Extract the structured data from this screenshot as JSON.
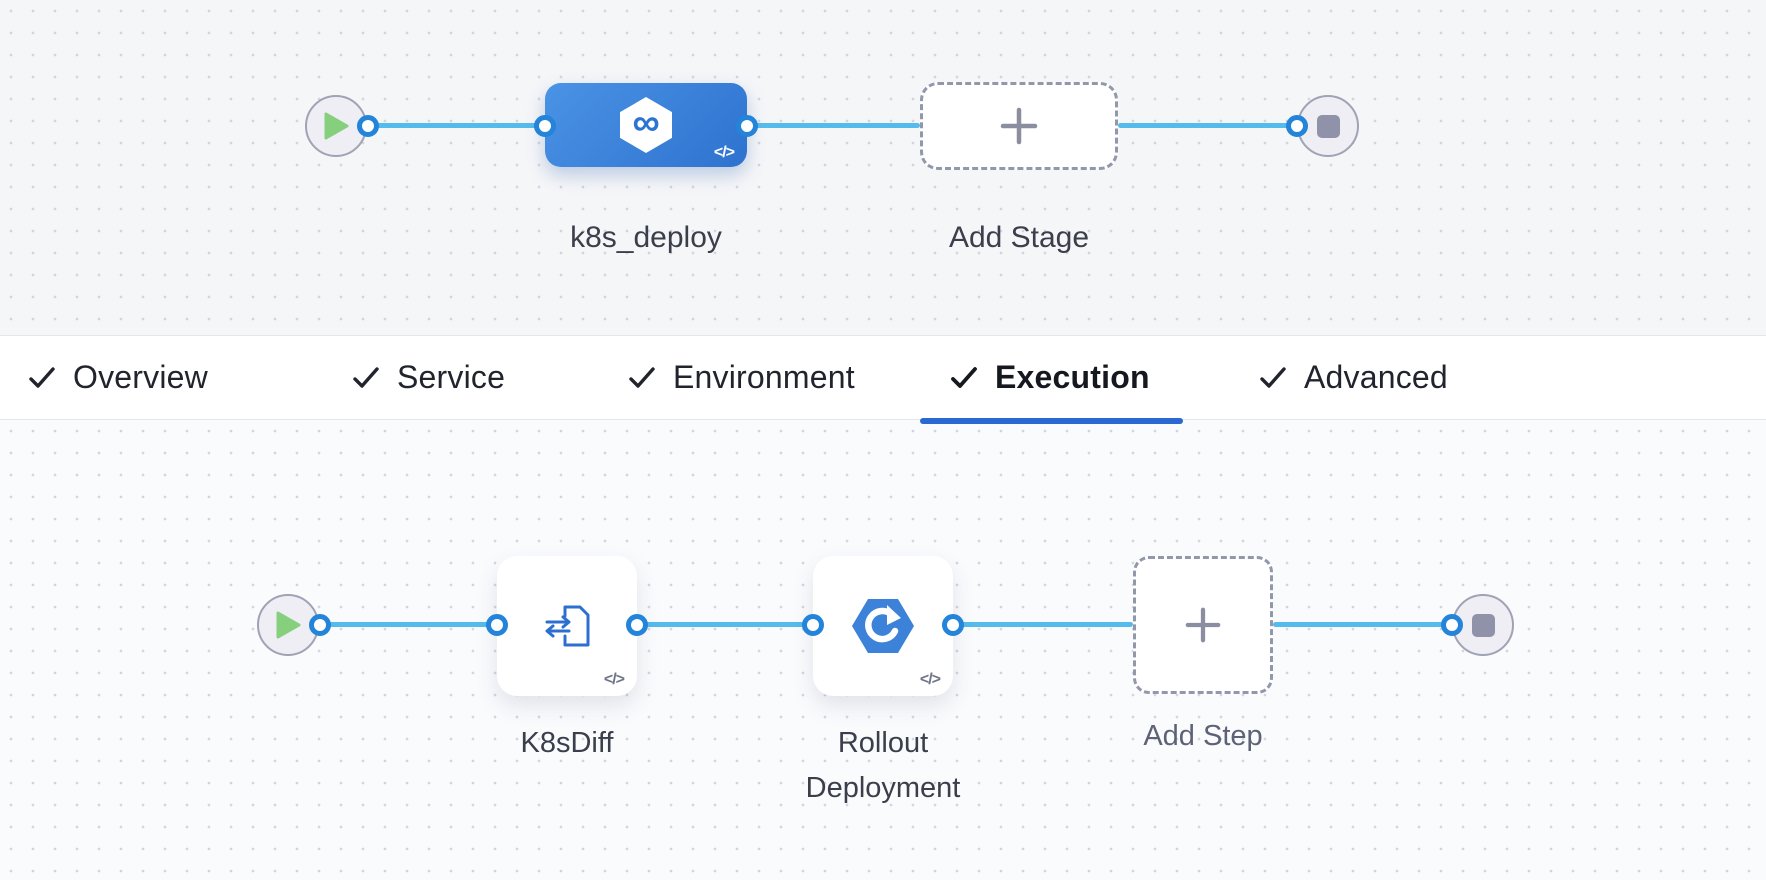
{
  "stage_graph": {
    "start_node_icon": "play-icon",
    "end_node_icon": "stop-icon",
    "stage": {
      "label": "k8s_deploy",
      "icon": "deployment-infinity-hexagon-icon",
      "code_badge": "</>"
    },
    "add_stage": {
      "label": "Add Stage",
      "icon": "plus-icon"
    }
  },
  "tabs": {
    "items": [
      {
        "label": "Overview",
        "checked": true,
        "active": false
      },
      {
        "label": "Service",
        "checked": true,
        "active": false
      },
      {
        "label": "Environment",
        "checked": true,
        "active": false
      },
      {
        "label": "Execution",
        "checked": true,
        "active": true
      },
      {
        "label": "Advanced",
        "checked": true,
        "active": false
      }
    ],
    "check_icon": "checkmark-icon"
  },
  "execution_graph": {
    "start_node_icon": "play-icon",
    "end_node_icon": "stop-icon",
    "steps": [
      {
        "label": "K8sDiff",
        "icon": "k8s-diff-document-icon",
        "code_badge": "</>"
      },
      {
        "label": "Rollout Deployment",
        "icon": "rollout-deployment-hexagon-icon",
        "code_badge": "</>"
      }
    ],
    "add_step": {
      "label": "Add Step",
      "icon": "plus-icon"
    }
  },
  "colors": {
    "connector_line": "#55bbec",
    "connector_ring": "#2484da",
    "stage_blue_top": "#4a93e5",
    "stage_blue_bottom": "#2e72cf",
    "active_tab_underline": "#2a69d1",
    "play_green": "#85cf7d",
    "step_icon_blue": "#2d6fd1",
    "rollout_hexagon_blue": "#3b82d8",
    "canvas_top_bg": "#f5f6f8",
    "canvas_bottom_bg": "#fafbfd"
  }
}
